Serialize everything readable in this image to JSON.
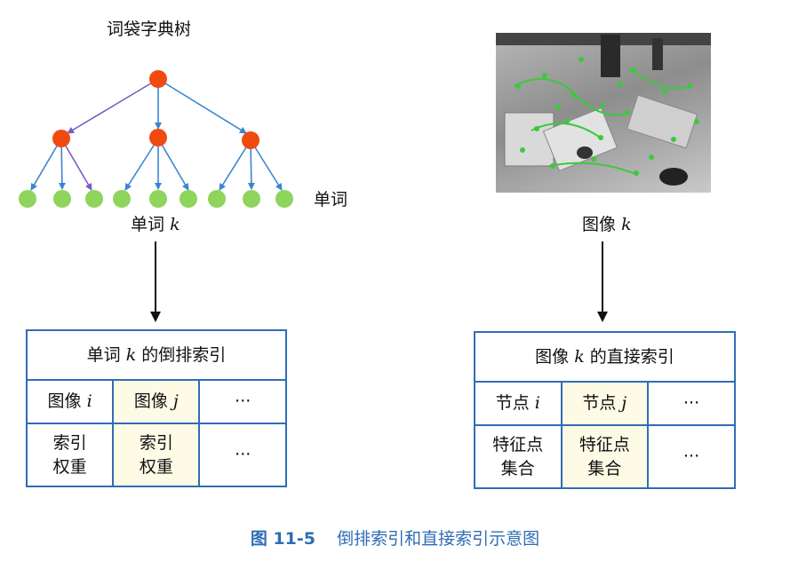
{
  "tree": {
    "title": "词袋字典树",
    "leaf_label": "单词",
    "word_label": "单词",
    "word_var": "k"
  },
  "image_side": {
    "label": "图像",
    "var": "k"
  },
  "inverted_index": {
    "header_prefix": "单词",
    "header_var": "k",
    "header_suffix": "的倒排索引",
    "col1_label": "图像",
    "col1_var": "i",
    "col2_label": "图像",
    "col2_var": "j",
    "ellipsis": "···",
    "cell_line1": "索引",
    "cell_line2": "权重"
  },
  "direct_index": {
    "header_prefix": "图像",
    "header_var": "k",
    "header_suffix": "的直接索引",
    "col1_label": "节点",
    "col1_var": "i",
    "col2_label": "节点",
    "col2_var": "j",
    "ellipsis": "···",
    "cell_line1": "特征点",
    "cell_line2": "集合"
  },
  "caption": {
    "number": "图 11-5",
    "text": "倒排索引和直接索引示意图"
  },
  "colors": {
    "root_node": "#f04a10",
    "mid_node": "#f04a10",
    "leaf_node": "#8fd45c",
    "edge_blue": "#3a86d0",
    "edge_purple": "#7a5cc0",
    "table_border": "#2f6db5",
    "highlight_cell": "#fdfbe6",
    "caption": "#2f6db5"
  }
}
